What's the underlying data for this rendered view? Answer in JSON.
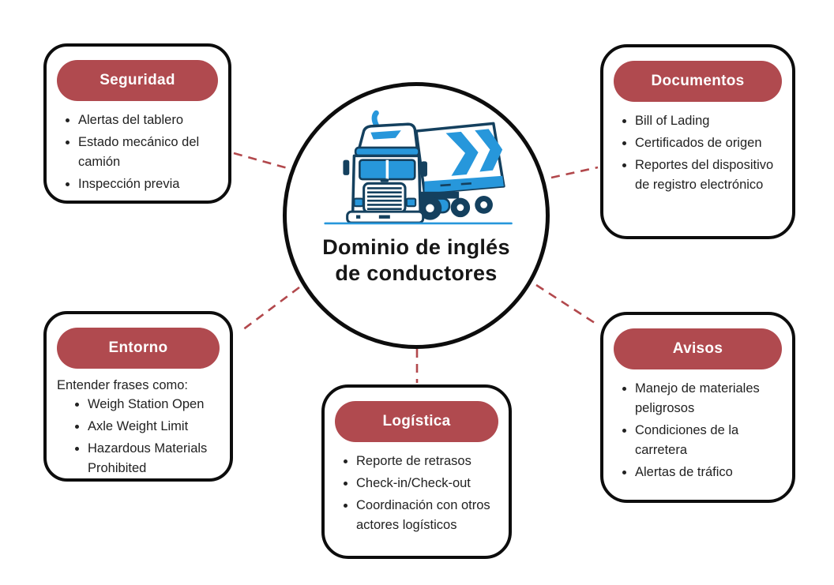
{
  "diagram": {
    "center": {
      "title_line1": "Dominio de inglés",
      "title_line2": "de conductores",
      "icon": "truck-illustration"
    },
    "nodes": [
      {
        "label": "Seguridad",
        "items": [
          "Alertas del tablero",
          "Estado mecánico del camión",
          "Inspección previa"
        ]
      },
      {
        "label": "Documentos",
        "items": [
          "Bill of Lading",
          "Certificados de origen",
          "Reportes del dispositivo de registro electrónico"
        ]
      },
      {
        "label": "Entorno",
        "intro": "Entender frases como:",
        "items": [
          "Weigh Station Open",
          "Axle Weight Limit",
          "Hazardous Materials Prohibited"
        ]
      },
      {
        "label": "Logística",
        "items": [
          "Reporte de retrasos",
          "Check-in/Check-out",
          "Coordinación con otros actores logísticos"
        ]
      },
      {
        "label": "Avisos",
        "items": [
          "Manejo de materiales peligrosos",
          "Condiciones de la carretera",
          "Alertas de tráfico"
        ]
      }
    ],
    "colors": {
      "pill": "#b04a4f",
      "connector": "#b2484c",
      "outline": "#0d0d0d",
      "truck_blue": "#2797db",
      "truck_navy": "#14405e"
    }
  }
}
